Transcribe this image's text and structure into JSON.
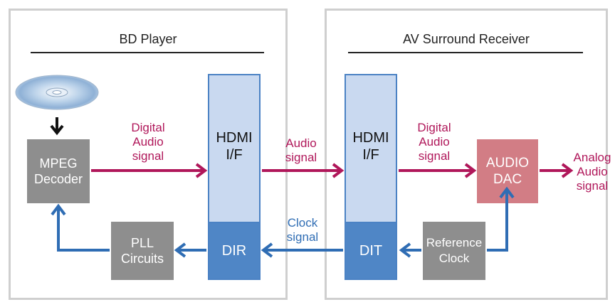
{
  "panels": {
    "bd_player": {
      "title": "BD Player"
    },
    "receiver": {
      "title": "AV Surround Receiver"
    }
  },
  "blocks": {
    "mpeg_decoder": [
      "MPEG",
      "Decoder"
    ],
    "hdmi_left": [
      "HDMI",
      "I/F"
    ],
    "hdmi_right": [
      "HDMI",
      "I/F"
    ],
    "dir": "DIR",
    "dit": "DIT",
    "pll_circuits": [
      "PLL",
      "Circuits"
    ],
    "reference_clock": [
      "Reference",
      "Clock"
    ],
    "audio_dac": [
      "AUDIO",
      "DAC"
    ]
  },
  "signals": {
    "digital_audio_left": [
      "Digital",
      "Audio",
      "signal"
    ],
    "audio_signal": [
      "Audio",
      "signal"
    ],
    "digital_audio_right": [
      "Digital",
      "Audio",
      "signal"
    ],
    "analog_audio": [
      "Analog",
      "Audio",
      "signal"
    ],
    "clock_signal": [
      "Clock",
      "signal"
    ]
  },
  "colors": {
    "audio_arrow": "#b0175a",
    "clock_arrow": "#2f6db4",
    "hdmi_fill": "#c9d9f0",
    "dir_dit_fill": "#4f86c6",
    "gray_block": "#8e8e8e",
    "dac_fill": "#d27d85"
  },
  "icons": {
    "disc": "disc-icon",
    "down_arrow": "down-arrow-icon"
  }
}
